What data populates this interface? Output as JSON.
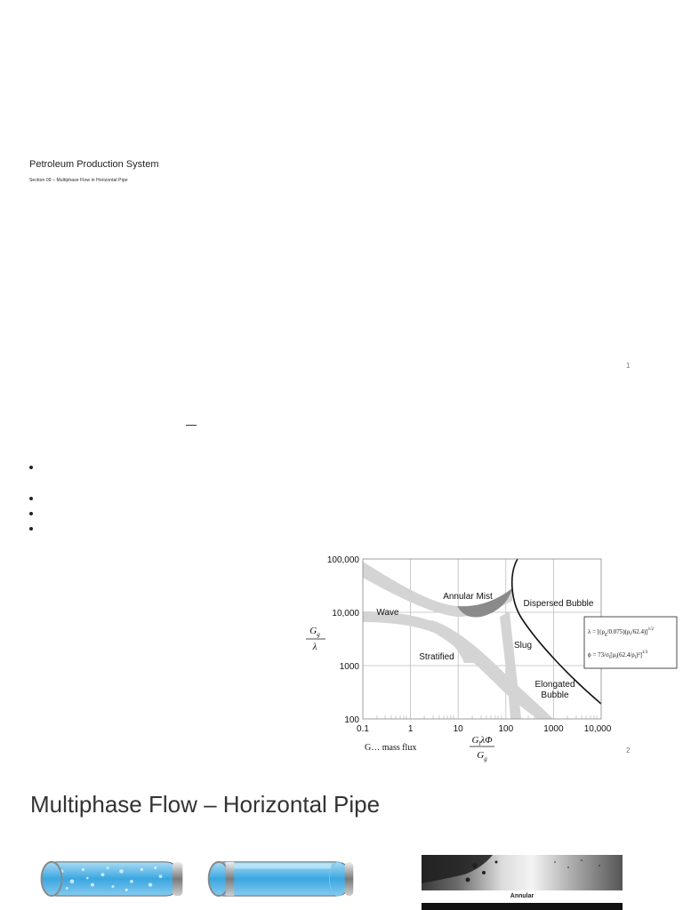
{
  "slide1": {
    "title": "Petroleum Production System",
    "subtitle": "Section 09 – Multiphase Flow in Horizontal Pipe",
    "page_number": "1"
  },
  "slide2": {
    "page_number": "2",
    "mass_flux_label": "G… mass flux",
    "lambda_equation": "λ = [(ρg/0.075)(ρl/62.4)]^1/2",
    "phi_equation": "ϕ = (73/σl)[μl(62.4/ρl)²]^1/3"
  },
  "slide3": {
    "title": "Multiphase Flow – Horizontal Pipe",
    "photo_label": "Annular"
  },
  "chart_data": {
    "type": "flow-regime-map",
    "x_scale": "log",
    "y_scale": "log",
    "xlim": [
      0.1,
      10000
    ],
    "ylim": [
      100,
      100000
    ],
    "x_ticks": [
      "0.1",
      "1",
      "10",
      "100",
      "1000",
      "10,000"
    ],
    "y_ticks": [
      "100",
      "1000",
      "10,000",
      "100,000"
    ],
    "xlabel": "GlλΦ / Gg",
    "ylabel": "Gg / λ",
    "grid": true,
    "regions": [
      "Annular Mist",
      "Dispersed Bubble",
      "Wave",
      "Slug",
      "Stratified",
      "Elongated Bubble"
    ]
  },
  "colors": {
    "band": "#d4d4d4",
    "dark_region": "#8a8a8a",
    "grid": "#bdbdbd",
    "pipe_blue": "#3aa6e0"
  }
}
